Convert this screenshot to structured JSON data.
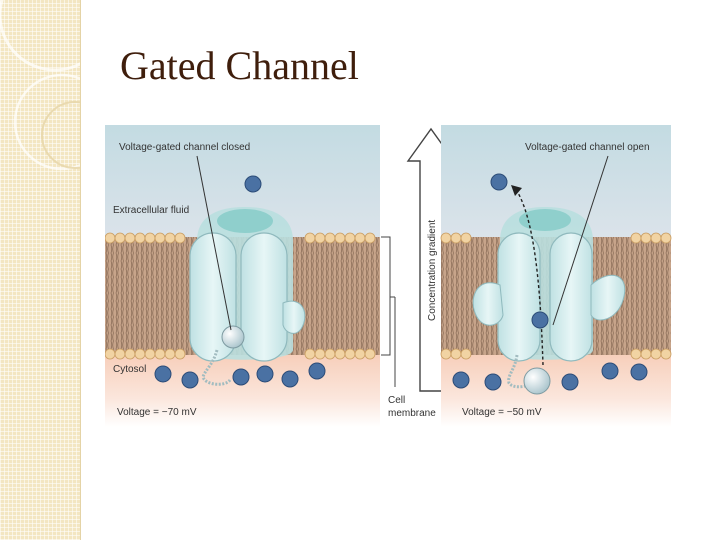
{
  "slide": {
    "title": "Gated Channel"
  },
  "figure": {
    "left_panel": {
      "label": "Voltage-gated channel closed",
      "region_top": "Extracellular fluid",
      "region_bottom": "Cytosol",
      "voltage": "Voltage = −70 mV"
    },
    "right_panel": {
      "label": "Voltage-gated channel open",
      "voltage": "Voltage = −50 mV"
    },
    "gradient_label": "Concentration gradient",
    "membrane_label": [
      "Cell",
      "membrane"
    ]
  },
  "colors": {
    "title": "#3f1e0c",
    "sidebar": "#f3e6c2",
    "extracellular": "#c9dde4",
    "cytosol": "#f9d9c8",
    "lipid_head": "#f1d3a3",
    "channel": "#cfeaea",
    "ion": "#4a71a3"
  }
}
